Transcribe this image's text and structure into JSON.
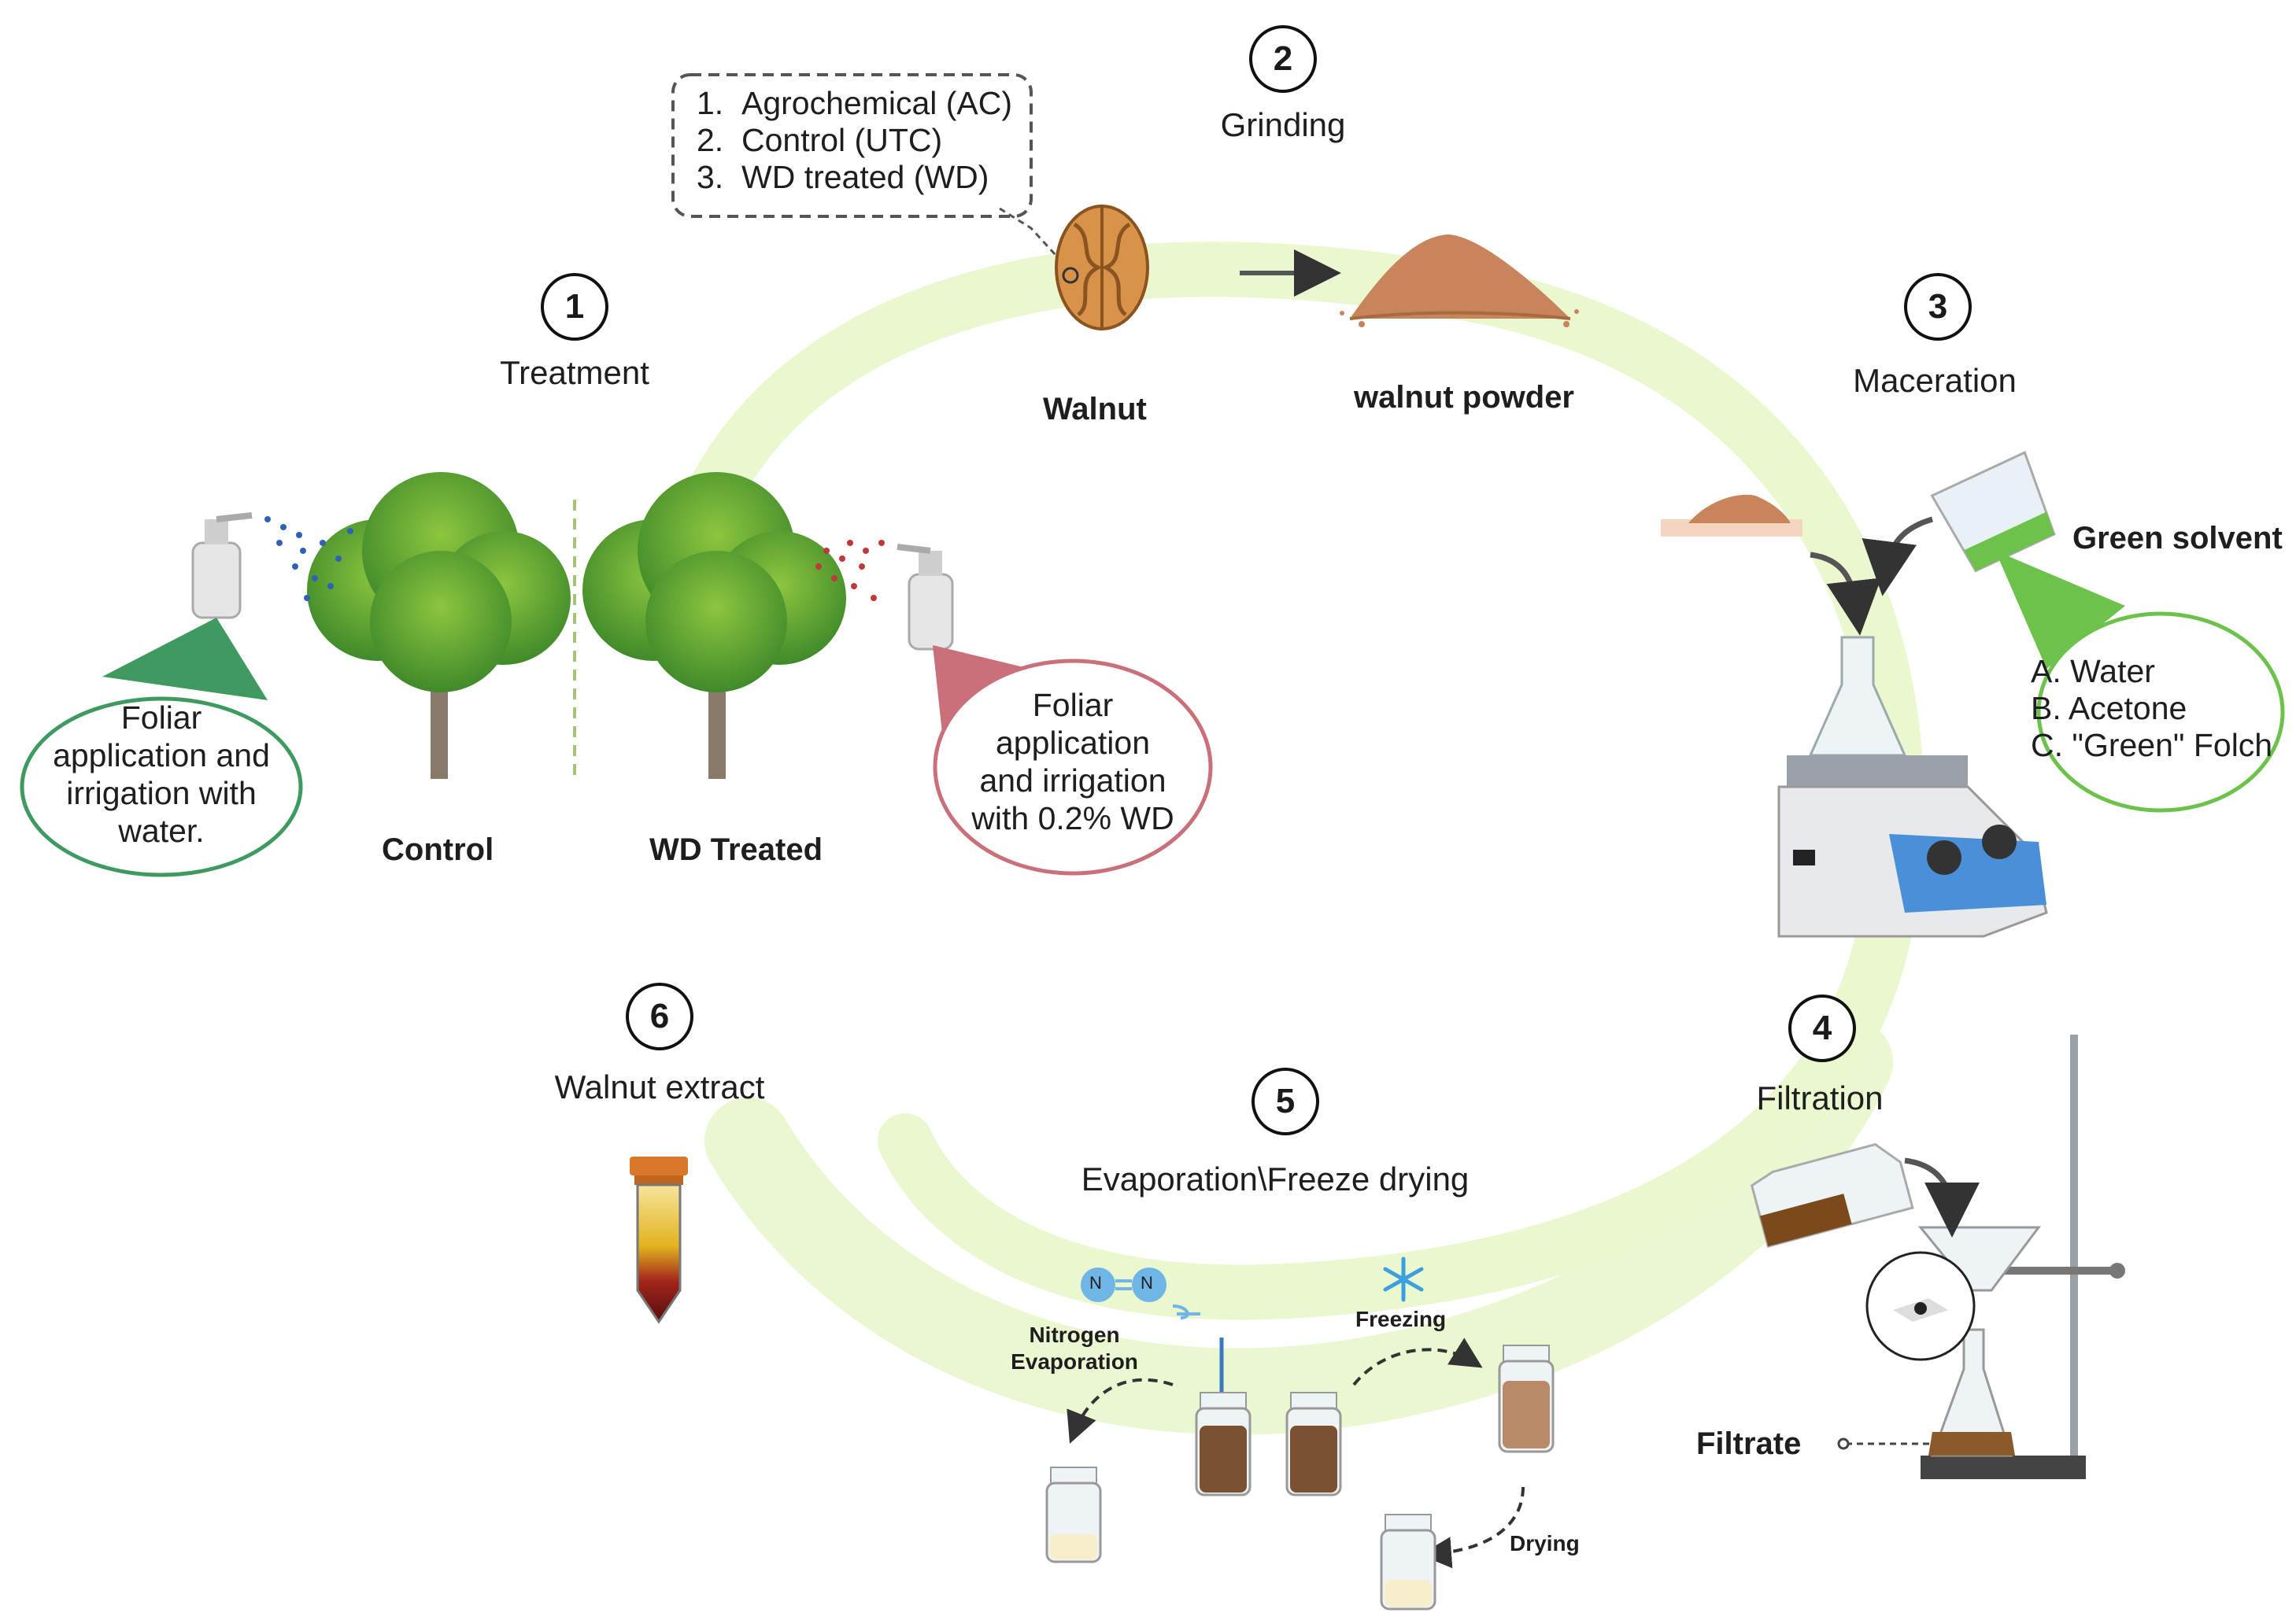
{
  "steps": [
    {
      "number": "1",
      "label": "Treatment"
    },
    {
      "number": "2",
      "label": "Grinding"
    },
    {
      "number": "3",
      "label": "Maceration"
    },
    {
      "number": "4",
      "label": "Filtration"
    },
    {
      "number": "5",
      "label": "Evaporation\\Freeze drying"
    },
    {
      "number": "6",
      "label": "Walnut extract"
    }
  ],
  "treatment_groups": {
    "items": [
      "Agrochemical (AC)",
      "Control (UTC)",
      "WD treated (WD)"
    ],
    "prefixes": [
      "1.",
      "2.",
      "3."
    ]
  },
  "labels": {
    "walnut": "Walnut",
    "walnut_powder": "walnut powder",
    "control": "Control",
    "wd_treated": "WD Treated",
    "green_solvent": "Green solvent",
    "filtrate": "Filtrate",
    "nitrogen_evaporation": "Nitrogen Evaporation",
    "freezing": "Freezing",
    "drying": "Drying",
    "n_atom": "N"
  },
  "bubbles": {
    "control": "Foliar application and irrigation with water.",
    "wd": "Foliar application and irrigation with 0.2% WD"
  },
  "solvents": [
    "A. Water",
    "B. Acetone",
    "C. \"Green\" Folch"
  ],
  "colors": {
    "cycle_ring": "#eaf7cf",
    "control_accent": "#3e9a5e",
    "wd_accent": "#c9707a",
    "solvent_accent": "#6cc24a",
    "walnut": "#d8924a",
    "powder": "#c8845a",
    "extract": "#7a1414"
  }
}
